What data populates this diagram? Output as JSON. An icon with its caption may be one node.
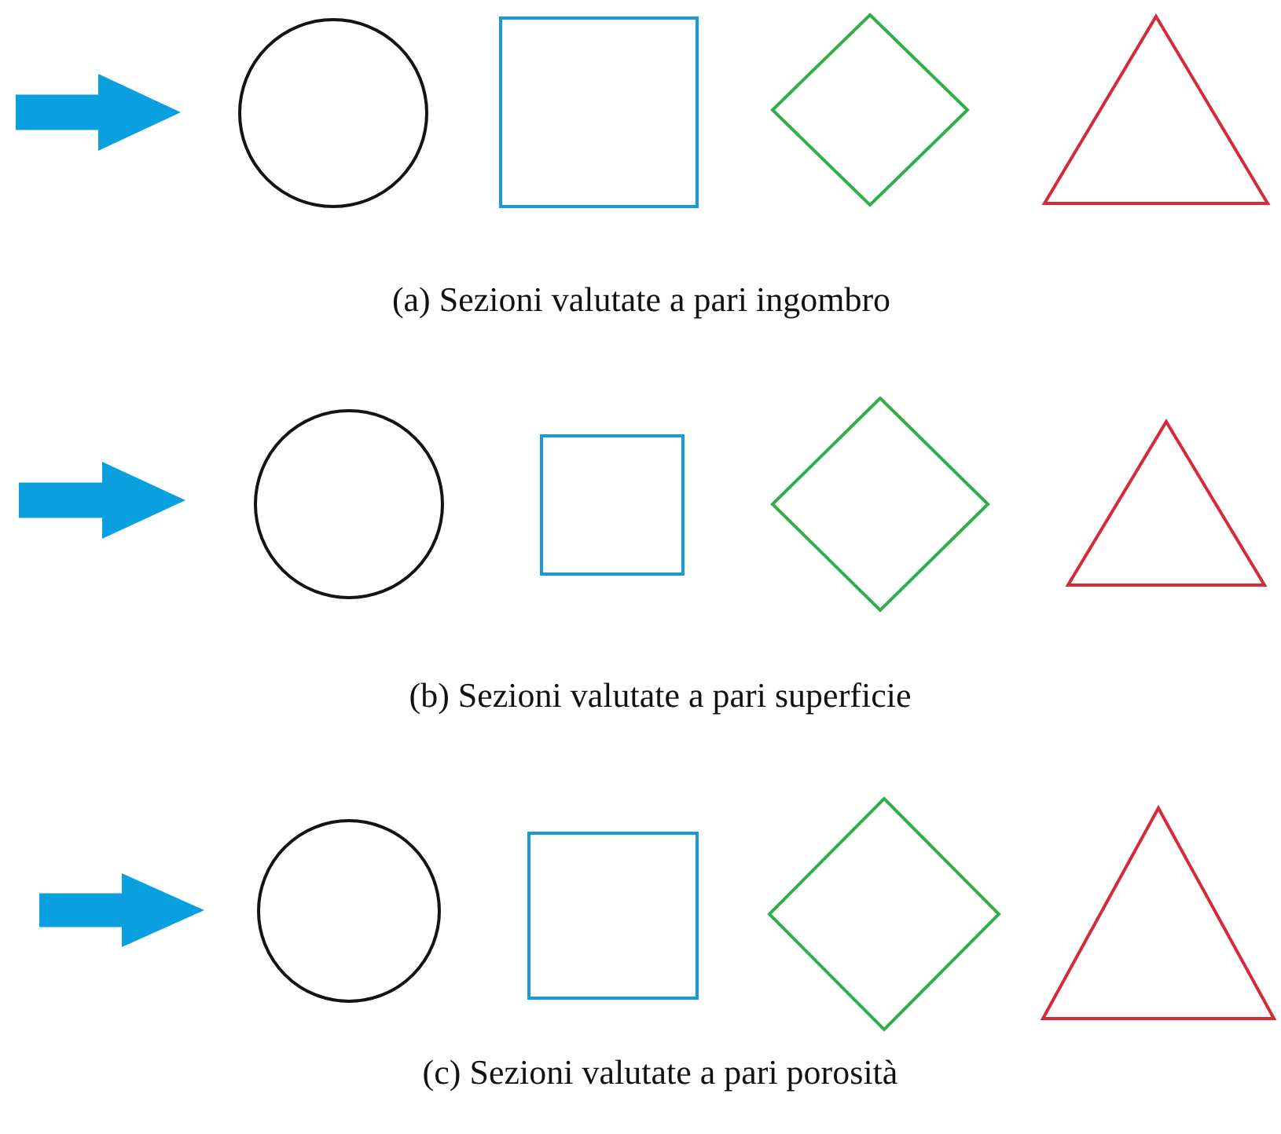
{
  "diagram": {
    "nodes": [
      {
        "text": [],
        "shape": "circle"
      },
      {
        "text": [],
        "shape": "box"
      },
      {
        "text": [],
        "shape": "diamond"
      },
      {
        "text": [],
        "shape": "triangle"
      },
      {
        "text": [],
        "shape": "circle"
      },
      {
        "text": [],
        "shape": "box"
      },
      {
        "text": [],
        "shape": "diamond"
      },
      {
        "text": [],
        "shape": "triangle"
      },
      {
        "text": [],
        "shape": "circle"
      },
      {
        "text": [],
        "shape": "box"
      },
      {
        "text": [],
        "shape": "diamond"
      },
      {
        "text": [],
        "shape": "triangle"
      }
    ],
    "labels": [
      "(a) Sezioni valutate a pari ingombro",
      "(b) Sezioni valutate a pari superficie",
      "(c) Sezioni valutate a pari porosità"
    ]
  }
}
